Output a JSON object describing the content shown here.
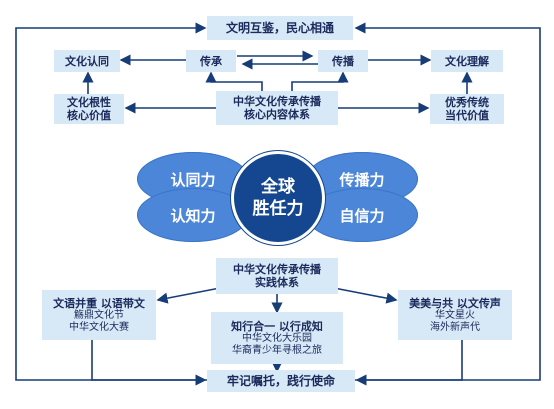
{
  "top_banner": "文明互鉴，民心相通",
  "row1": {
    "left": "文化认同",
    "mid_left": "传承",
    "mid_right": "传播",
    "right": "文化理解"
  },
  "row2": {
    "left": [
      "文化根性",
      "核心价值"
    ],
    "center": [
      "中华文化传承传播",
      "核心内容体系"
    ],
    "right": [
      "优秀传统",
      "当代价值"
    ]
  },
  "core": {
    "center": [
      "全球",
      "胜任力"
    ],
    "petals": {
      "top_left": "认同力",
      "bottom_left": "认知力",
      "top_right": "传播力",
      "bottom_right": "自信力"
    }
  },
  "practice": [
    "中华文化传承传播",
    "实践体系"
  ],
  "left_box": {
    "title": "文语并重 以语带文",
    "items": [
      "觞鼎文化节",
      "中华文化大赛"
    ]
  },
  "mid_box": {
    "title": "知行合一 以行成知",
    "items": [
      "中华文化大乐园",
      "华裔青少年寻根之旅"
    ]
  },
  "right_box": {
    "title": "美美与共 以文传声",
    "items": [
      "华文星火",
      "海外新声代"
    ]
  },
  "bottom_banner": "牢记嘱托，践行使命",
  "colors": {
    "box": "#d7e8f6",
    "petal": "#4c86d8",
    "center": "#14478f",
    "line": "#173d78",
    "text": "#1b2a5c"
  }
}
